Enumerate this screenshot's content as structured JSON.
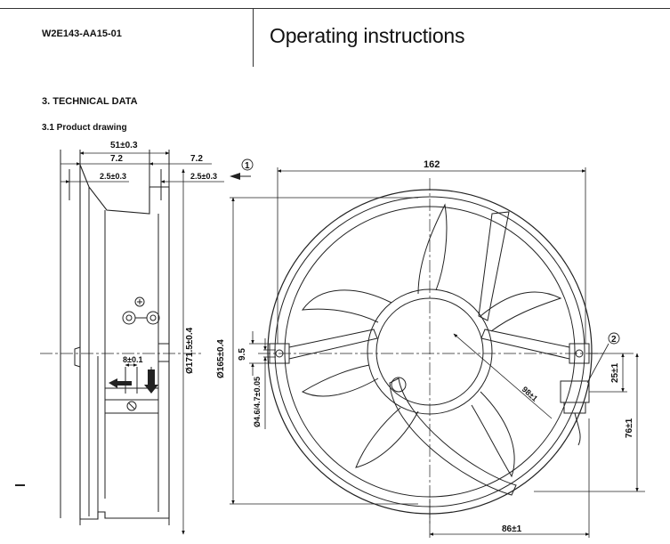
{
  "header": {
    "doc_code": "W2E143-AA15-01",
    "doc_title": "Operating instructions"
  },
  "section": {
    "title": "3. TECHNICAL DATA",
    "subtitle": "3.1 Product drawing"
  },
  "drawing": {
    "side_view": {
      "dim_overall_depth": "51±0.3",
      "dim_flange_left": "7.2",
      "dim_flange_right": "7.2",
      "dim_rim_left": "2.5±0.3",
      "dim_rim_right": "2.5±0.3",
      "dim_connector": "8±0.1",
      "dim_housing_height": "Ø171.5±0.4"
    },
    "front_view": {
      "callout_1": "1",
      "callout_2": "2",
      "dim_width": "162",
      "dim_diameter": "Ø165±0.4",
      "dim_lug": "9.5",
      "dim_hole": "Ø4.6/4.7±0.05",
      "dim_hub_radius": "98±1",
      "dim_cable_offset": "25±1",
      "dim_cable_height": "76±1",
      "dim_cable_width": "86±1"
    }
  }
}
